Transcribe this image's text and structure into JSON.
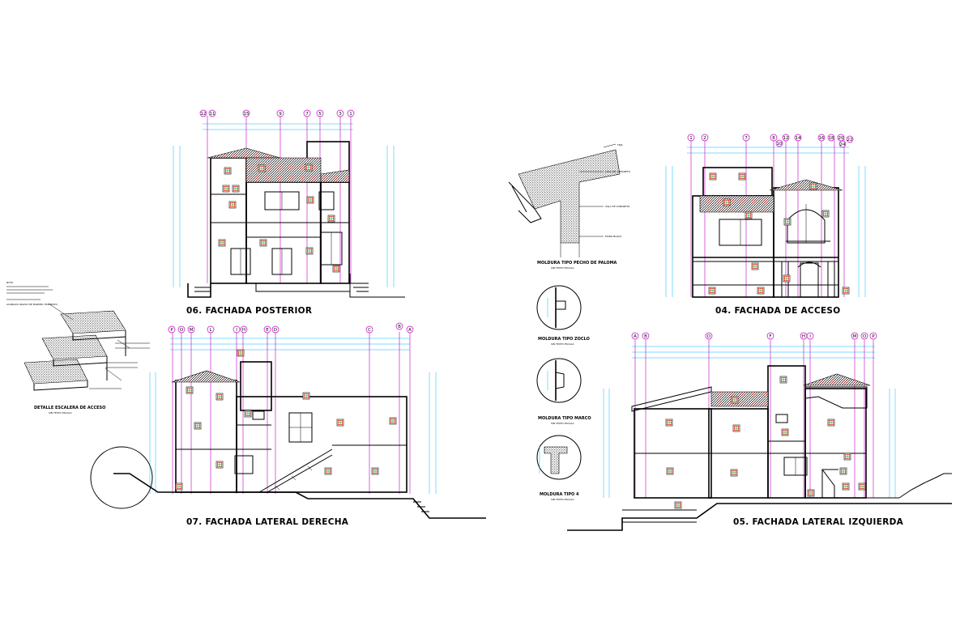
{
  "drawings": {
    "posterior": {
      "title": "06. FACHADA POSTERIOR",
      "grid": [
        "12",
        "11",
        "15",
        "9",
        "7",
        "5",
        "3",
        "1"
      ]
    },
    "acceso": {
      "title": "04. FACHADA DE ACCESO",
      "grid": [
        "1",
        "2",
        "7",
        "8",
        "12",
        "14",
        "16",
        "18",
        "20",
        "22",
        "10",
        "24"
      ]
    },
    "lateral_derecha": {
      "title": "07. FACHADA LATERAL DERECHA",
      "grid": [
        "P",
        "O",
        "M",
        "L",
        "I",
        "H",
        "E",
        "D",
        "C",
        "B",
        "A"
      ]
    },
    "lateral_izquierda": {
      "title": "05. FACHADA LATERAL IZQUIERDA",
      "grid": [
        "A",
        "B",
        "D",
        "F",
        "H",
        "I",
        "M",
        "O",
        "P"
      ]
    }
  },
  "details": {
    "paloma": {
      "title": "MOLDURA TIPO PECHO DE PALOMA",
      "sub": "SIN TEXTO ESCALA"
    },
    "zoclo": {
      "title": "MOLDURA TIPO ZOCLO",
      "sub": "SIN TEXTO ESCALA"
    },
    "marco": {
      "title": "MOLDURA TIPO MARCO",
      "sub": "SIN TEXTO ESCALA"
    },
    "tipo4": {
      "title": "MOLDURA TIPO 4",
      "sub": "SIN TEXTO ESCALA"
    },
    "escalera": {
      "title": "DETALLE ESCALERA DE ACCESO",
      "sub": "SIN TEXTO ESCALA"
    }
  },
  "notes": {
    "teja": "TEJA",
    "losa": "LOSA DE CONCRETO",
    "viga": "VIGA DE CONCRETO",
    "muro": "MURO BLOCK",
    "acabado": "ACABADO GRASO DE MARMOL EXPUESTO",
    "nota": "NOTA"
  },
  "colors": {
    "line": "#000000",
    "dimension": "#00b8ff",
    "grid": "#c000c0",
    "window_red": "#ff0000",
    "window_green": "#00b000"
  }
}
